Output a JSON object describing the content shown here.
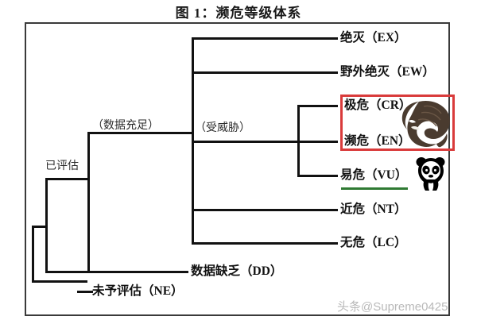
{
  "figure": {
    "title": "图 1：濒危等级体系",
    "watermark": "头条@Supreme0425"
  },
  "colors": {
    "line": "#111111",
    "frame": "#3a3a3a",
    "highlight_box": "#d93b3b",
    "threshold_line": "#2f7a33",
    "watermark": "#b9b9b9"
  },
  "nodes": {
    "evaluated": "已评估",
    "data_sufficient": "（数据充足）",
    "threatened": "（受威胁）"
  },
  "leaves": [
    {
      "id": "EX",
      "label": "绝灭（EX）"
    },
    {
      "id": "EW",
      "label": "野外绝灭（EW）"
    },
    {
      "id": "CR",
      "label": "极危（CR）"
    },
    {
      "id": "EN",
      "label": "濒危（EN）"
    },
    {
      "id": "VU",
      "label": "易危（VU）"
    },
    {
      "id": "NT",
      "label": "近危（NT）"
    },
    {
      "id": "LC",
      "label": "无危（LC）"
    },
    {
      "id": "DD",
      "label": "数据缺乏（DD）"
    },
    {
      "id": "NE",
      "label": "未予评估（NE）"
    }
  ],
  "artwork": {
    "pangolin": "pangolin-illustration",
    "panda": "wwf-panda-logo"
  }
}
